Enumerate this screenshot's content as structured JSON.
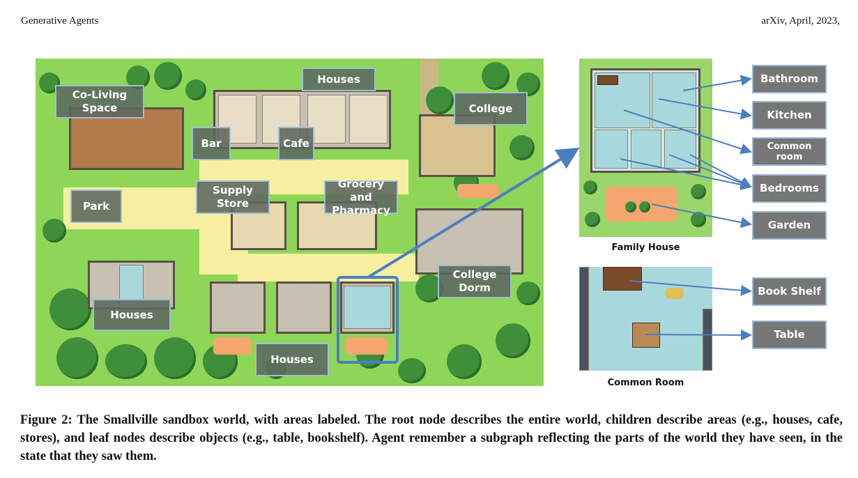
{
  "header": {
    "left": "Generative Agents",
    "right": "arXiv, April, 2023,"
  },
  "map_labels": {
    "coliving": "Co-Living Space",
    "houses_top": "Houses",
    "college": "College",
    "bar": "Bar",
    "cafe": "Cafe",
    "park": "Park",
    "supply_store": "Supply Store",
    "grocery": "Grocery and Pharmacy",
    "college_dorm": "College Dorm",
    "houses_left": "Houses",
    "houses_bottom": "Houses"
  },
  "subfigures": {
    "family_house": "Family House",
    "common_room": "Common Room"
  },
  "object_labels": {
    "bathroom": "Bathroom",
    "kitchen": "Kitchen",
    "common_room": "Common room",
    "bedrooms": "Bedrooms",
    "garden": "Garden",
    "book_shelf": "Book Shelf",
    "table": "Table"
  },
  "colors": {
    "arrow": "#4a7fc1",
    "label_bg": "#5c6860",
    "side_label_bg": "#767676"
  },
  "caption": "Figure 2: The Smallville sandbox world, with areas labeled. The root node describes the entire world, children describe areas (e.g., houses, cafe, stores), and leaf nodes describe objects (e.g., table, bookshelf). Agent remember a subgraph reflecting the parts of the world they have seen, in the state that they saw them."
}
